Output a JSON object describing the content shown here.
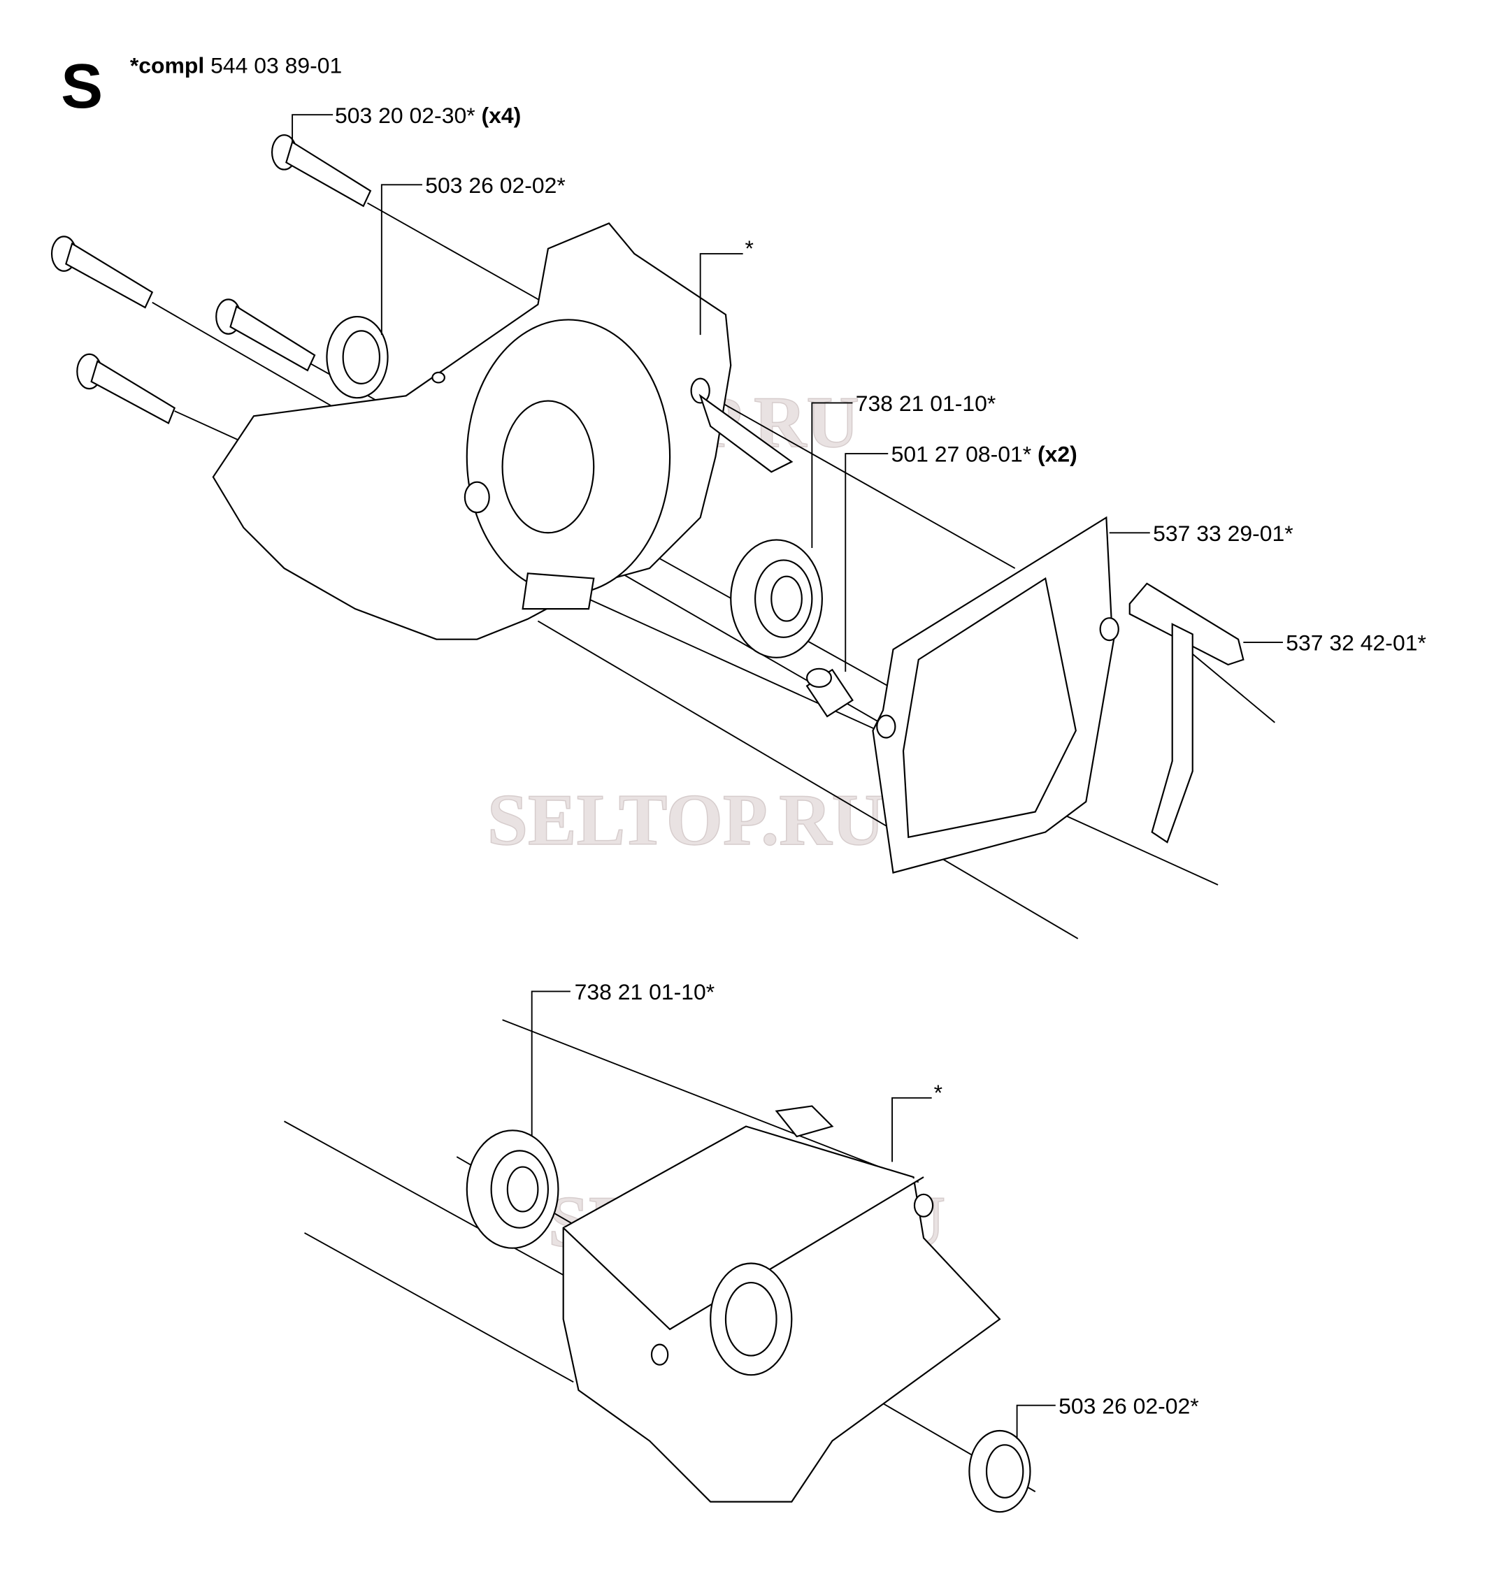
{
  "diagram": {
    "section_letter": "S",
    "assembly": {
      "prefix": "*compl",
      "part_number": "544 03 89-01"
    },
    "watermark": "SELTOP.RU",
    "callouts": [
      {
        "part": "503 20 02-30*",
        "qty": "(x4)"
      },
      {
        "part": "503 26 02-02*",
        "qty": ""
      },
      {
        "part": "*",
        "qty": ""
      },
      {
        "part": "738 21 01-10*",
        "qty": ""
      },
      {
        "part": "501 27 08-01*",
        "qty": "(x2)"
      },
      {
        "part": "537 33 29-01*",
        "qty": ""
      },
      {
        "part": "537 32 42-01*",
        "qty": ""
      },
      {
        "part": "738 21 01-10*",
        "qty": ""
      },
      {
        "part": "*",
        "qty": ""
      },
      {
        "part": "503 26 02-02*",
        "qty": ""
      }
    ]
  }
}
